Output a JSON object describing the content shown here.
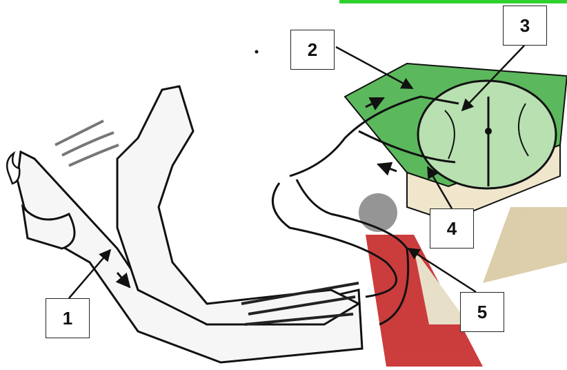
{
  "diagram": {
    "labels": [
      "1",
      "2",
      "3",
      "4",
      "5"
    ],
    "colors": {
      "spinal_cord_fill": "#5cb85c",
      "watermark_red": "#c62828",
      "watermark_grey": "#8a8a8a",
      "watermark_tan": "#d9c9a3",
      "accent_strip": "#2fd12f",
      "outline": "#111111"
    }
  }
}
